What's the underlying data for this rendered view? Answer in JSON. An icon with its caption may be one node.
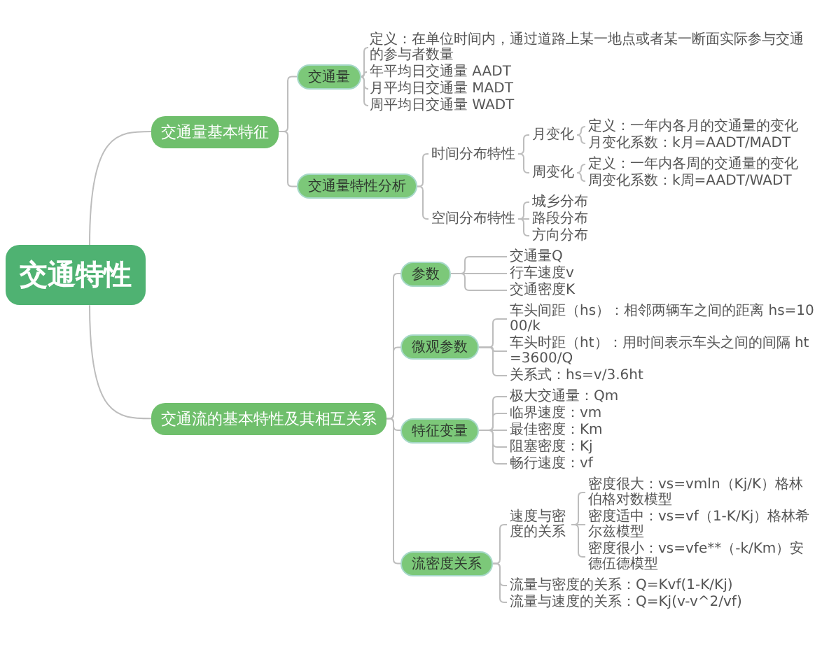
{
  "diagram": {
    "nodes": [
      {
        "text": [
          "交通特性"
        ]
      },
      {
        "text": [
          "交通量基本特征"
        ]
      },
      {
        "text": [
          "交通量"
        ]
      },
      {
        "text": [
          "定义：在单位时间内，通过道路上某一地点或者某一断面实际参与交通的参与者数量"
        ]
      },
      {
        "text": [
          "年平均日交通量 AADT"
        ]
      },
      {
        "text": [
          "月平均日交通量 MADT"
        ]
      },
      {
        "text": [
          "周平均日交通量 WADT"
        ]
      },
      {
        "text": [
          "交通量特性分析"
        ]
      },
      {
        "text": [
          "时间分布特性"
        ]
      },
      {
        "text": [
          "月变化"
        ]
      },
      {
        "text": [
          "定义：一年内各月的交通量的变化"
        ]
      },
      {
        "text": [
          "月变化系数：k月=AADT/MADT"
        ]
      },
      {
        "text": [
          "周变化"
        ]
      },
      {
        "text": [
          "定义：一年内各周的交通量的变化"
        ]
      },
      {
        "text": [
          "周变化系数：k周=AADT/WADT"
        ]
      },
      {
        "text": [
          "空间分布特性"
        ]
      },
      {
        "text": [
          "城乡分布"
        ]
      },
      {
        "text": [
          "路段分布"
        ]
      },
      {
        "text": [
          "方向分布"
        ]
      },
      {
        "text": [
          "交通流的基本特性及其相互关系"
        ]
      },
      {
        "text": [
          "参数"
        ]
      },
      {
        "text": [
          "交通量Q"
        ]
      },
      {
        "text": [
          "行车速度v"
        ]
      },
      {
        "text": [
          "交通密度K"
        ]
      },
      {
        "text": [
          "微观参数"
        ]
      },
      {
        "text": [
          "车头间距（hs）：相邻两辆车之间的距离 hs=1000/k"
        ]
      },
      {
        "text": [
          "车头时距（ht）：用时间表示车头之间的间隔 ht=3600/Q"
        ]
      },
      {
        "text": [
          "关系式：hs=v/3.6ht"
        ]
      },
      {
        "text": [
          "特征变量"
        ]
      },
      {
        "text": [
          "极大交通量：Qm"
        ]
      },
      {
        "text": [
          "临界速度：vm"
        ]
      },
      {
        "text": [
          "最佳密度：Km"
        ]
      },
      {
        "text": [
          "阻塞密度：Kj"
        ]
      },
      {
        "text": [
          "畅行速度：vf"
        ]
      },
      {
        "text": [
          "流密度关系"
        ]
      },
      {
        "text": [
          "速度与密度的关系"
        ]
      },
      {
        "text": [
          "密度很大：vs=vmln（Kj/K）格林伯格对数模型"
        ]
      },
      {
        "text": [
          "密度适中：vs=vf（1-K/Kj）格林希尔兹模型"
        ]
      },
      {
        "text": [
          "密度很小：vs=vfe**（-k/Km）安德伍德模型"
        ]
      },
      {
        "text": [
          "流量与密度的关系：Q=Kvf(1-K/Kj)"
        ]
      },
      {
        "text": [
          "流量与速度的关系：Q=Kj(v-v^2/vf)"
        ]
      }
    ],
    "edges": [
      {
        "from": 0,
        "to": 1,
        "arrow": "none"
      },
      {
        "from": 1,
        "to": 2,
        "arrow": "none"
      },
      {
        "from": 2,
        "to": 3,
        "arrow": "none"
      },
      {
        "from": 2,
        "to": 4,
        "arrow": "none"
      },
      {
        "from": 2,
        "to": 5,
        "arrow": "none"
      },
      {
        "from": 2,
        "to": 6,
        "arrow": "none"
      },
      {
        "from": 1,
        "to": 7,
        "arrow": "none"
      },
      {
        "from": 7,
        "to": 8,
        "arrow": "none"
      },
      {
        "from": 8,
        "to": 9,
        "arrow": "none"
      },
      {
        "from": 9,
        "to": 10,
        "arrow": "none"
      },
      {
        "from": 9,
        "to": 11,
        "arrow": "none"
      },
      {
        "from": 8,
        "to": 12,
        "arrow": "none"
      },
      {
        "from": 12,
        "to": 13,
        "arrow": "none"
      },
      {
        "from": 12,
        "to": 14,
        "arrow": "none"
      },
      {
        "from": 7,
        "to": 15,
        "arrow": "none"
      },
      {
        "from": 15,
        "to": 16,
        "arrow": "none"
      },
      {
        "from": 15,
        "to": 17,
        "arrow": "none"
      },
      {
        "from": 15,
        "to": 18,
        "arrow": "none"
      },
      {
        "from": 0,
        "to": 19,
        "arrow": "none"
      },
      {
        "from": 19,
        "to": 20,
        "arrow": "none"
      },
      {
        "from": 20,
        "to": 21,
        "arrow": "none"
      },
      {
        "from": 20,
        "to": 22,
        "arrow": "none"
      },
      {
        "from": 20,
        "to": 23,
        "arrow": "none"
      },
      {
        "from": 19,
        "to": 24,
        "arrow": "none"
      },
      {
        "from": 24,
        "to": 25,
        "arrow": "none"
      },
      {
        "from": 24,
        "to": 26,
        "arrow": "none"
      },
      {
        "from": 24,
        "to": 27,
        "arrow": "none"
      },
      {
        "from": 19,
        "to": 28,
        "arrow": "none"
      },
      {
        "from": 28,
        "to": 29,
        "arrow": "none"
      },
      {
        "from": 28,
        "to": 30,
        "arrow": "none"
      },
      {
        "from": 28,
        "to": 31,
        "arrow": "none"
      },
      {
        "from": 28,
        "to": 32,
        "arrow": "none"
      },
      {
        "from": 28,
        "to": 33,
        "arrow": "none"
      },
      {
        "from": 19,
        "to": 34,
        "arrow": "none"
      },
      {
        "from": 34,
        "to": 35,
        "arrow": "none"
      },
      {
        "from": 35,
        "to": 36,
        "arrow": "none"
      },
      {
        "from": 35,
        "to": 37,
        "arrow": "none"
      },
      {
        "from": 35,
        "to": 38,
        "arrow": "none"
      },
      {
        "from": 34,
        "to": 39,
        "arrow": "none"
      },
      {
        "from": 34,
        "to": 40,
        "arrow": "none"
      }
    ]
  }
}
